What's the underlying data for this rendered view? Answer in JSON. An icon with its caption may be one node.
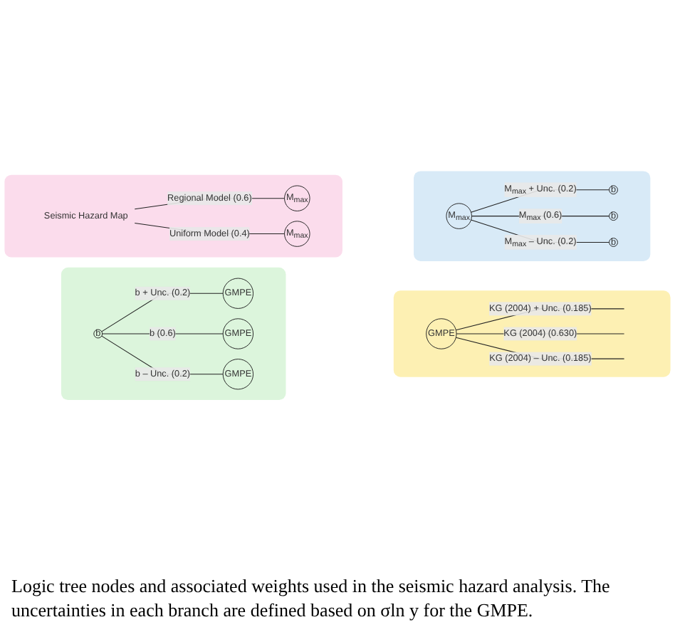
{
  "diagram": {
    "nodes": [
      {
        "text": [],
        "shape": "box"
      },
      {
        "text": [
          "Seismic Hazard Map"
        ],
        "in": 0
      },
      {
        "text": [
          "M$_{max}$"
        ],
        "in": 0
      },
      {
        "text": [
          "M$_{max}$"
        ],
        "in": 0
      },
      {
        "text": [],
        "shape": "box"
      },
      {
        "text": [
          "M$_{max}$"
        ],
        "in": 4
      },
      {
        "text": [
          "b"
        ],
        "in": 4
      },
      {
        "text": [
          "b"
        ],
        "in": 4
      },
      {
        "text": [
          "b"
        ],
        "in": 4
      },
      {
        "text": [],
        "shape": "box"
      },
      {
        "text": [
          "b"
        ],
        "in": 9
      },
      {
        "text": [
          "GMPE"
        ],
        "in": 9
      },
      {
        "text": [
          "GMPE"
        ],
        "in": 9
      },
      {
        "text": [
          "GMPE"
        ],
        "in": 9
      },
      {
        "text": [],
        "shape": "box"
      },
      {
        "text": [
          "GMPE"
        ],
        "in": 14
      }
    ],
    "edges": [
      {
        "from": 1,
        "to": 2,
        "arrow": "none",
        "label": "Regional Model (0.6)"
      },
      {
        "from": 1,
        "to": 3,
        "arrow": "none",
        "label": "Uniform Model (0.4)"
      },
      {
        "from": 5,
        "to": 6,
        "arrow": "none",
        "label": "M$_{max}$ + Unc. (0.2)"
      },
      {
        "from": 5,
        "to": 7,
        "arrow": "none",
        "label": "M$_{max}$ (0.6)"
      },
      {
        "from": 5,
        "to": 8,
        "arrow": "none",
        "label": "M$_{max}$ – Unc. (0.2)"
      },
      {
        "from": 10,
        "to": 11,
        "arrow": "none",
        "label": "b + Unc. (0.2)"
      },
      {
        "from": 10,
        "to": 12,
        "arrow": "none",
        "label": "b (0.6)"
      },
      {
        "from": 10,
        "to": 13,
        "arrow": "none",
        "label": "b – Unc. (0.2)"
      },
      {
        "from": 15,
        "to": null,
        "arrow": "none",
        "label": "KG (2004) + Unc. (0.185)"
      },
      {
        "from": 15,
        "to": null,
        "arrow": "none",
        "label": "KG (2004) (0.630)"
      },
      {
        "from": 15,
        "to": null,
        "arrow": "none",
        "label": "KG (2004) – Unc. (0.185)"
      }
    ],
    "caption": "Logic tree nodes and associated weights used in the seismic hazard analysis. The uncertainties in each branch are defined based on σln y for the GMPE."
  }
}
